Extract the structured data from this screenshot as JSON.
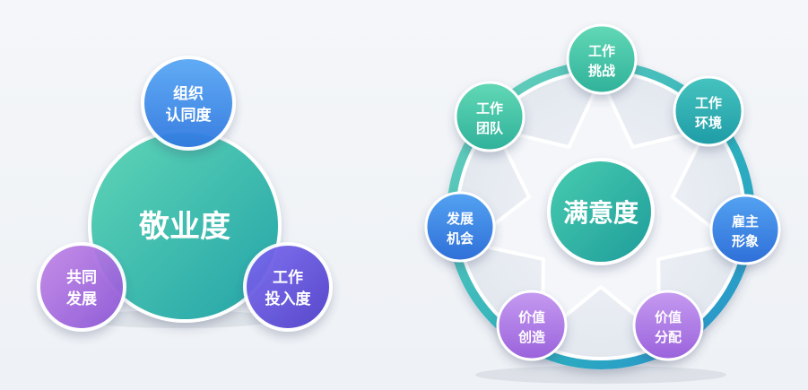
{
  "engagement": {
    "center": {
      "label": "敬业度"
    },
    "nodes": [
      {
        "line1": "组织",
        "line2": "认同度"
      },
      {
        "line1": "共同",
        "line2": "发展"
      },
      {
        "line1": "工作",
        "line2": "投入度"
      }
    ]
  },
  "satisfaction": {
    "center": {
      "label": "满意度"
    },
    "nodes": [
      {
        "line1": "工作",
        "line2": "挑战"
      },
      {
        "line1": "工作",
        "line2": "环境"
      },
      {
        "line1": "雇主",
        "line2": "形象"
      },
      {
        "line1": "价值",
        "line2": "分配"
      },
      {
        "line1": "价值",
        "line2": "创造"
      },
      {
        "line1": "发展",
        "line2": "机会"
      },
      {
        "line1": "工作",
        "line2": "团队"
      }
    ]
  },
  "colors": {
    "green": "#3fc6a6",
    "teal": "#2ba9b5",
    "blue": "#3a86e6",
    "purple": "#8a5ad8",
    "violet": "#5b5fd9"
  }
}
